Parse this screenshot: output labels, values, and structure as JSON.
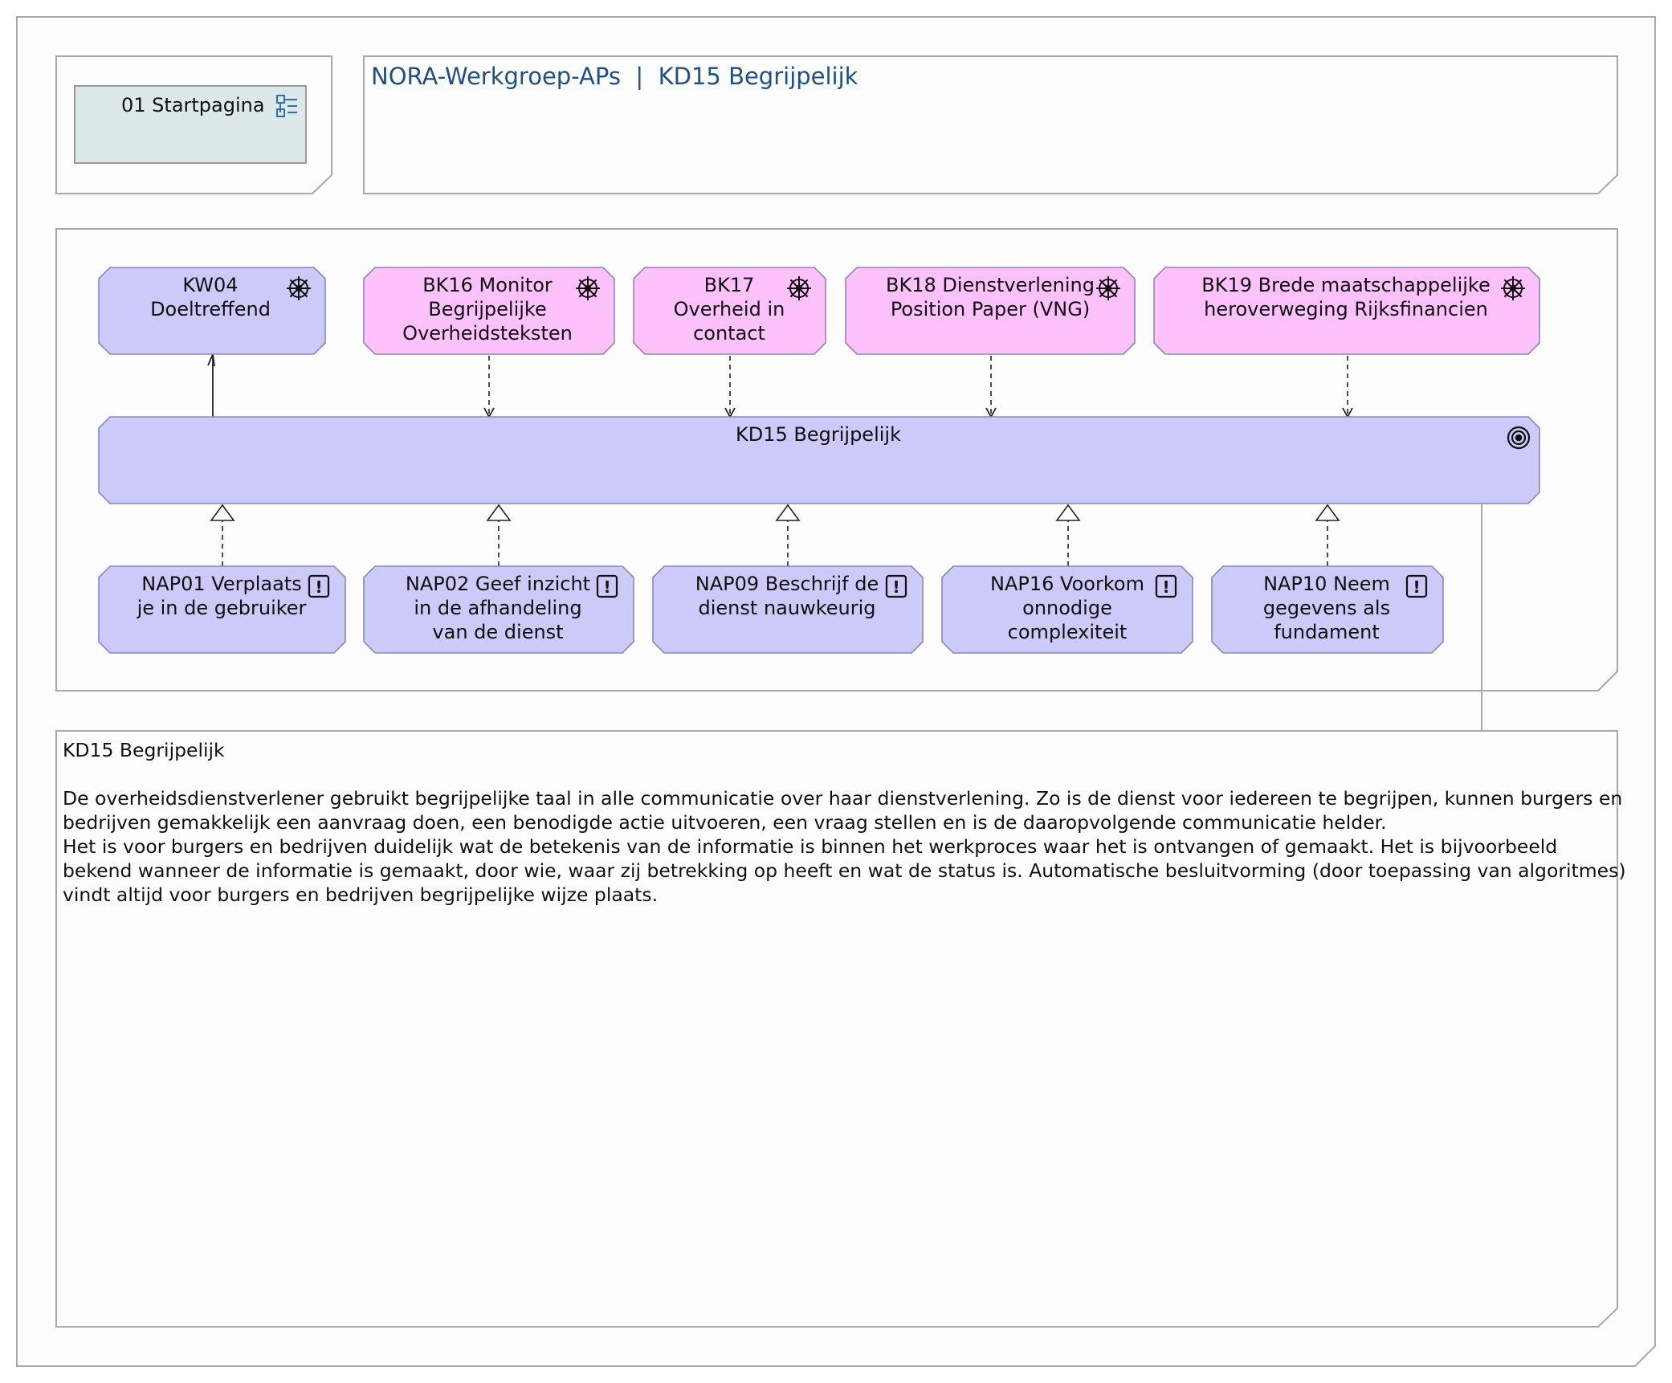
{
  "header": {
    "start_page_label": "01 Startpagina",
    "title": "NORA-Werkgroep-APs  |  KD15 Begrijpelijk"
  },
  "icons": {
    "driver": "driver-icon",
    "goal": "goal-icon",
    "principle": "principle-icon",
    "navigation": "navigation-icon"
  },
  "colors": {
    "title_text": "#1f4e8a",
    "startpage_fill": "#dde9e9",
    "goal_fill": "#cbcaf8",
    "principle_fill": "#cbcaf8",
    "driver_fill": "#cbcaf8",
    "assessment_fill": "#fdc1fb",
    "frame_stroke": "#a8a8a8"
  },
  "diagram": {
    "top_nodes": [
      {
        "id": "kw04",
        "lines": [
          "KW04",
          "Doeltreffend"
        ],
        "kind": "driver"
      },
      {
        "id": "bk16",
        "lines": [
          "BK16 Monitor",
          "Begrijpelijke",
          "Overheidsteksten"
        ],
        "kind": "assessment"
      },
      {
        "id": "bk17",
        "lines": [
          "BK17",
          "Overheid in",
          "contact"
        ],
        "kind": "assessment"
      },
      {
        "id": "bk18",
        "lines": [
          "BK18 Dienstverlening",
          "Position Paper (VNG)"
        ],
        "kind": "assessment"
      },
      {
        "id": "bk19",
        "lines": [
          "BK19 Brede maatschappelijke",
          "heroverweging Rijksfinancien"
        ],
        "kind": "assessment"
      }
    ],
    "center_node": {
      "id": "kd15",
      "lines": [
        "KD15 Begrijpelijk"
      ],
      "kind": "goal"
    },
    "bottom_nodes": [
      {
        "id": "nap01",
        "lines": [
          "NAP01 Verplaats",
          "je in de gebruiker"
        ],
        "kind": "principle"
      },
      {
        "id": "nap02",
        "lines": [
          "NAP02 Geef inzicht",
          "in de afhandeling",
          "van de dienst"
        ],
        "kind": "principle"
      },
      {
        "id": "nap09",
        "lines": [
          "NAP09 Beschrijf de",
          "dienst nauwkeurig"
        ],
        "kind": "principle"
      },
      {
        "id": "nap16",
        "lines": [
          "NAP16 Voorkom",
          "onnodige",
          "complexiteit"
        ],
        "kind": "principle"
      },
      {
        "id": "nap10",
        "lines": [
          "NAP10 Neem",
          "gegevens als",
          "fundament"
        ],
        "kind": "principle"
      }
    ],
    "edges": [
      {
        "from": "kd15",
        "to": "kw04",
        "type": "influence-solid"
      },
      {
        "from": "bk16",
        "to": "kd15",
        "type": "influence-dashed"
      },
      {
        "from": "bk17",
        "to": "kd15",
        "type": "influence-dashed"
      },
      {
        "from": "bk18",
        "to": "kd15",
        "type": "influence-dashed"
      },
      {
        "from": "bk19",
        "to": "kd15",
        "type": "influence-dashed"
      },
      {
        "from": "nap01",
        "to": "kd15",
        "type": "realization"
      },
      {
        "from": "nap02",
        "to": "kd15",
        "type": "realization"
      },
      {
        "from": "nap09",
        "to": "kd15",
        "type": "realization"
      },
      {
        "from": "nap16",
        "to": "kd15",
        "type": "realization"
      },
      {
        "from": "nap10",
        "to": "kd15",
        "type": "realization"
      }
    ]
  },
  "documentation": {
    "heading": "KD15 Begrijpelijk",
    "lines": [
      "De overheidsdienstverlener gebruikt begrijpelijke taal in alle communicatie over haar dienstverlening. Zo is de dienst voor iedereen te begrijpen, kunnen burgers en",
      "bedrijven gemakkelijk een aanvraag doen, een benodigde actie uitvoeren, een vraag stellen en is de daaropvolgende communicatie helder.",
      "Het is voor burgers en bedrijven duidelijk wat de betekenis van de informatie is binnen het werkproces waar het is ontvangen of gemaakt. Het is bijvoorbeeld",
      "bekend wanneer de informatie is gemaakt, door wie, waar zij betrekking op heeft en wat de status is. Automatische besluitvorming (door toepassing van algoritmes)",
      "vindt altijd voor burgers en bedrijven begrijpelijke wijze plaats."
    ]
  }
}
